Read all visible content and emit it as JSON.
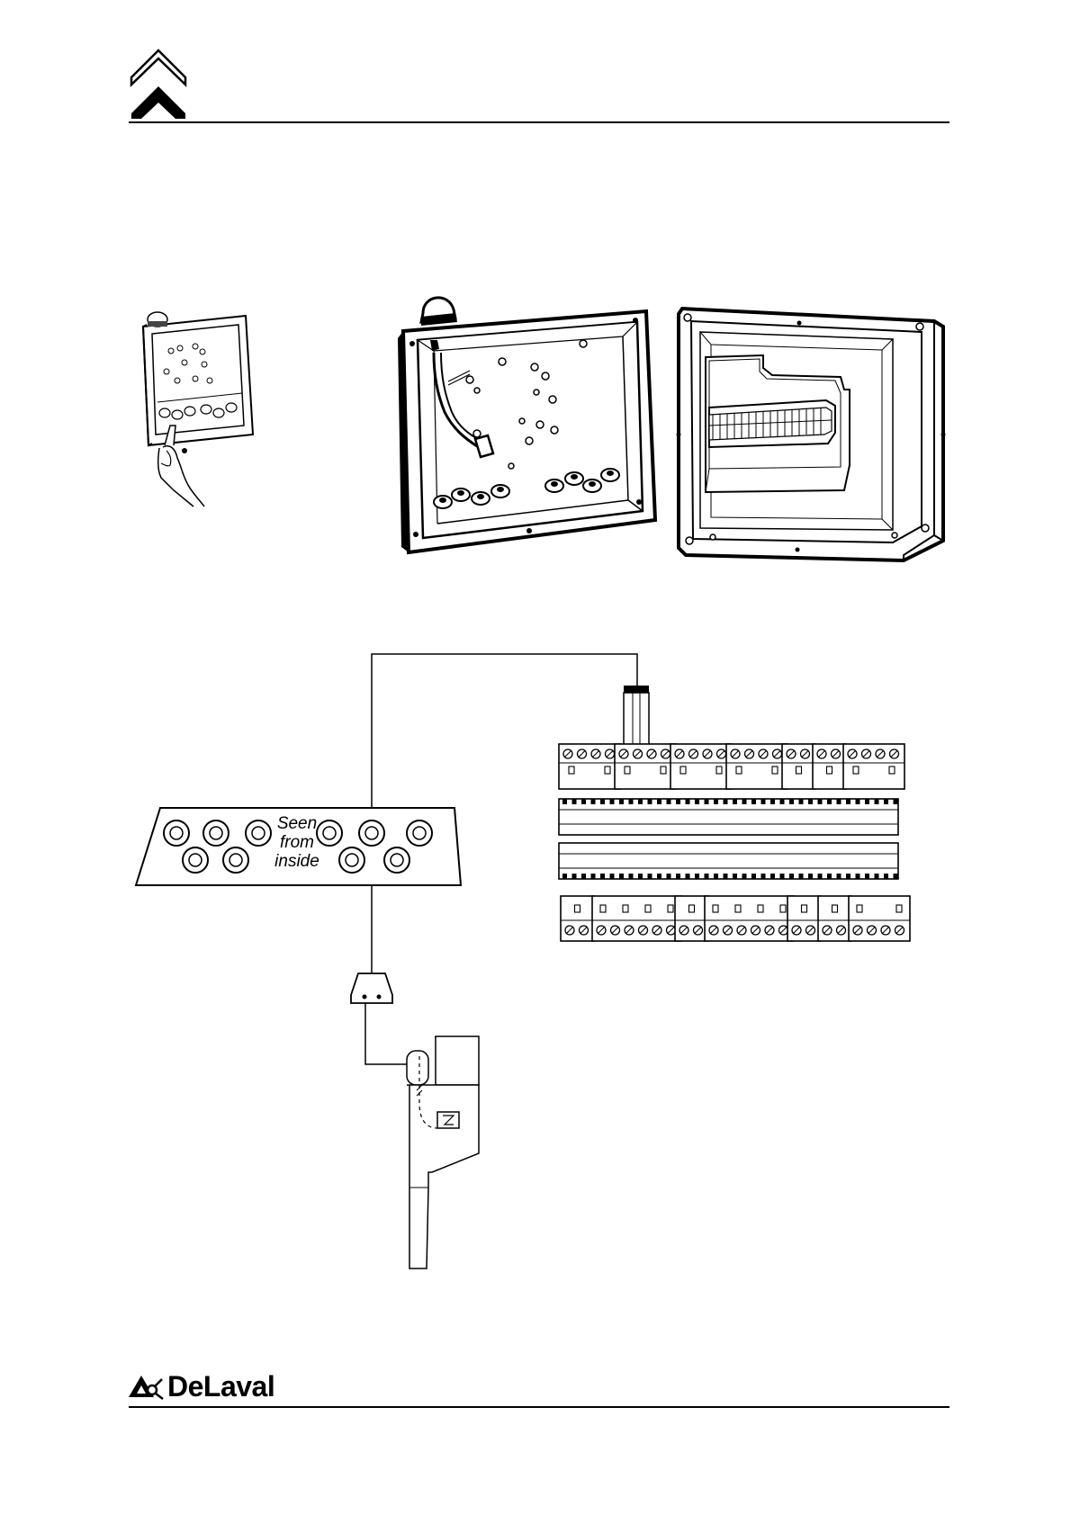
{
  "annotation": {
    "line1": "Seen",
    "line2": "from",
    "line3": "inside"
  },
  "footer": {
    "brand": "DeLaval"
  },
  "icons": {
    "header": "chevron-up-logo-icon",
    "footer": "delaval-logo-icon"
  }
}
